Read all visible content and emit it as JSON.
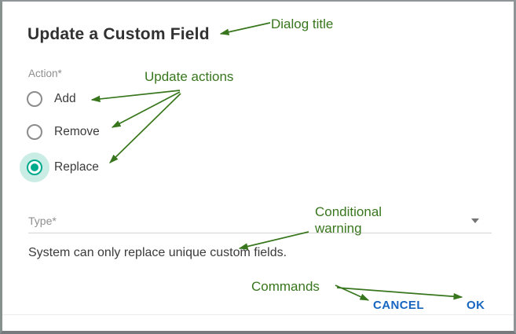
{
  "dialog": {
    "title": "Update a Custom Field",
    "action_field": {
      "label": "Action*",
      "options": [
        {
          "label": "Add",
          "selected": false
        },
        {
          "label": "Remove",
          "selected": false
        },
        {
          "label": "Replace",
          "selected": true
        }
      ]
    },
    "type_field": {
      "label": "Type*",
      "warning": "System can only replace unique custom fields."
    },
    "buttons": {
      "cancel": "CANCEL",
      "ok": "OK"
    }
  },
  "annotations": {
    "dialog_title": "Dialog title",
    "update_actions": "Update actions",
    "conditional_warning": "Conditional warning",
    "commands": "Commands"
  },
  "colors": {
    "radio-selected": "#00ab8d",
    "radio-halo": "#c9ede4",
    "annotation-green": "#38761d",
    "button-blue": "#1666c1"
  }
}
